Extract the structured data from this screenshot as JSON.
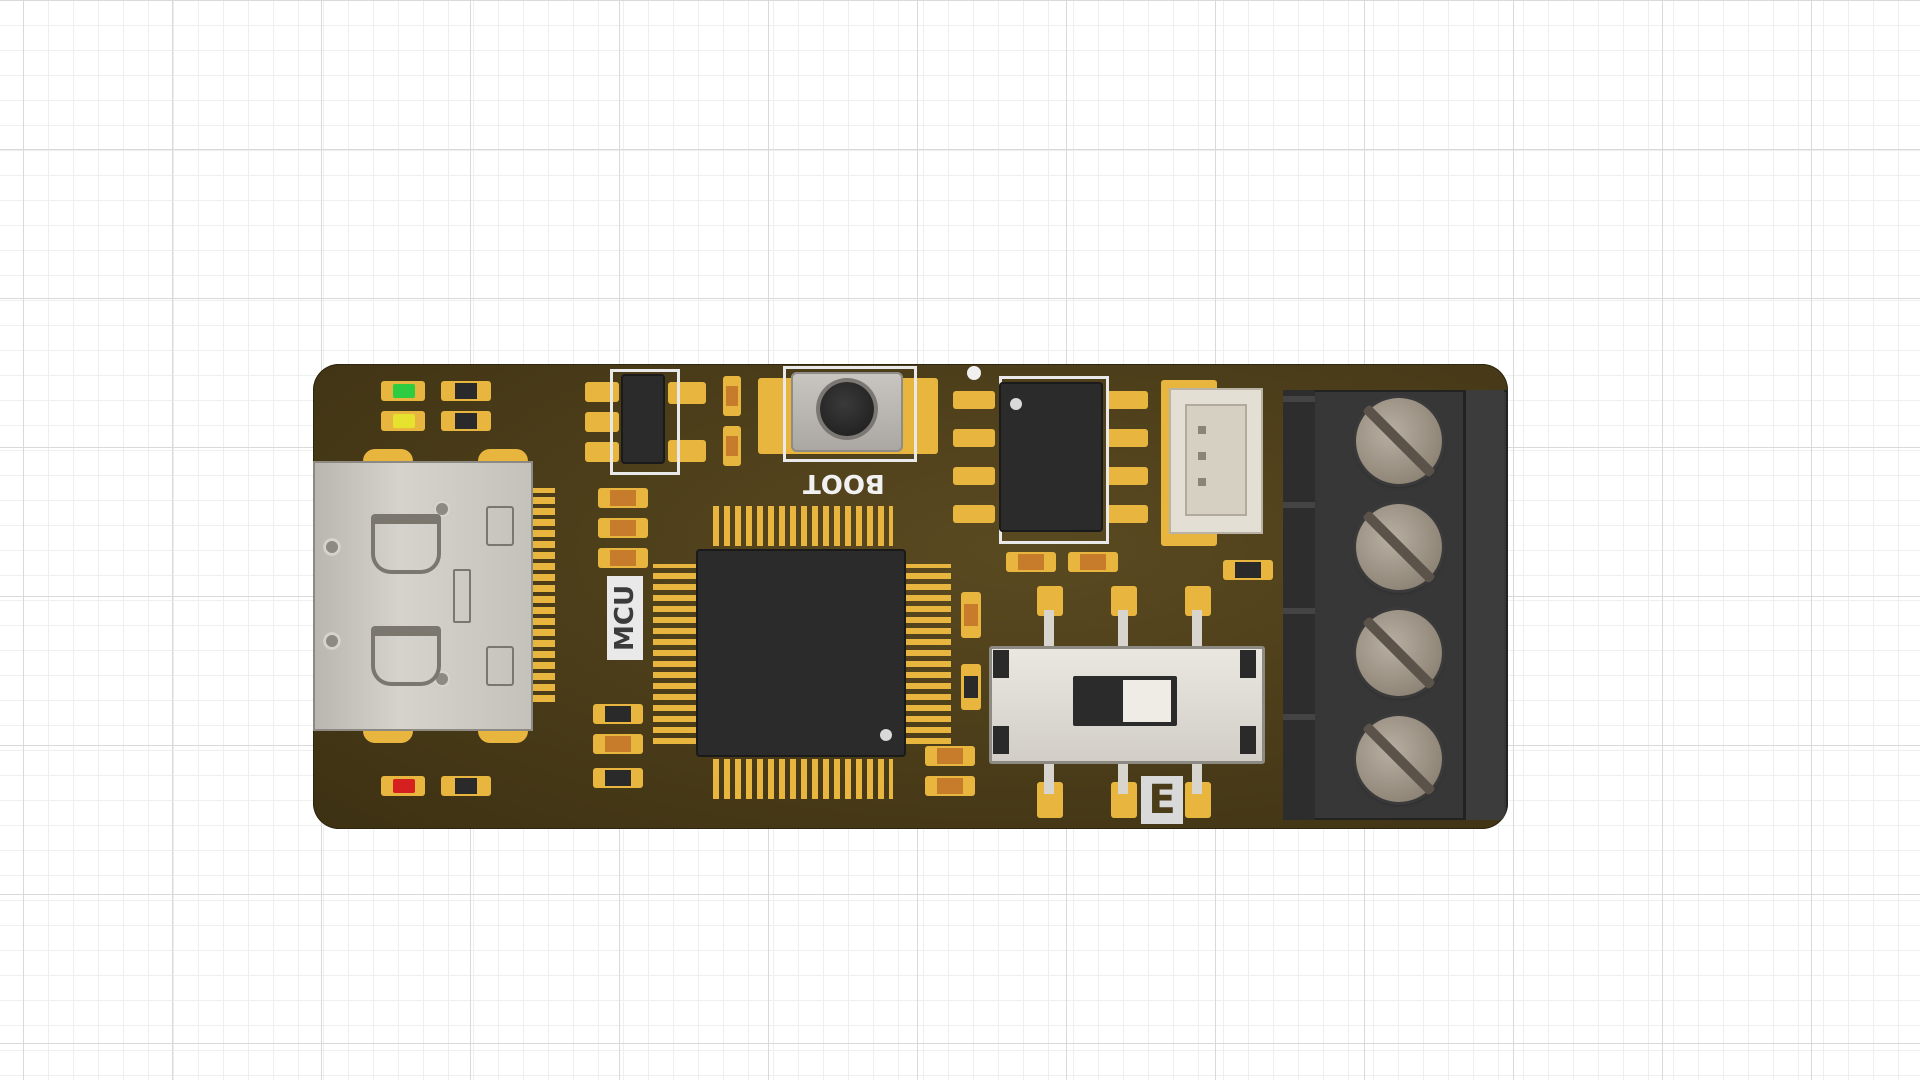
{
  "canvas": {
    "background": "#ffffff",
    "grid_major_color": "#d9d9d9",
    "grid_minor_color": "#efefef"
  },
  "board": {
    "pcb_color": "#4a3c19",
    "pad_color": "#e8b63e",
    "silkscreen_color": "#e9e9e9",
    "labels": {
      "boot": "BOOT",
      "mcu": "MCU",
      "e": "E"
    },
    "leds": [
      {
        "name": "green",
        "color": "#2ecc40"
      },
      {
        "name": "yellow",
        "color": "#e6e22e"
      },
      {
        "name": "red",
        "color": "#d62020"
      }
    ],
    "components": [
      "usb-c-connector",
      "sot23-transistor",
      "boot-button",
      "mcu-qfp64",
      "soic8-chip",
      "jst-connector-4pin",
      "slide-switch",
      "screw-terminal-4pos"
    ]
  }
}
